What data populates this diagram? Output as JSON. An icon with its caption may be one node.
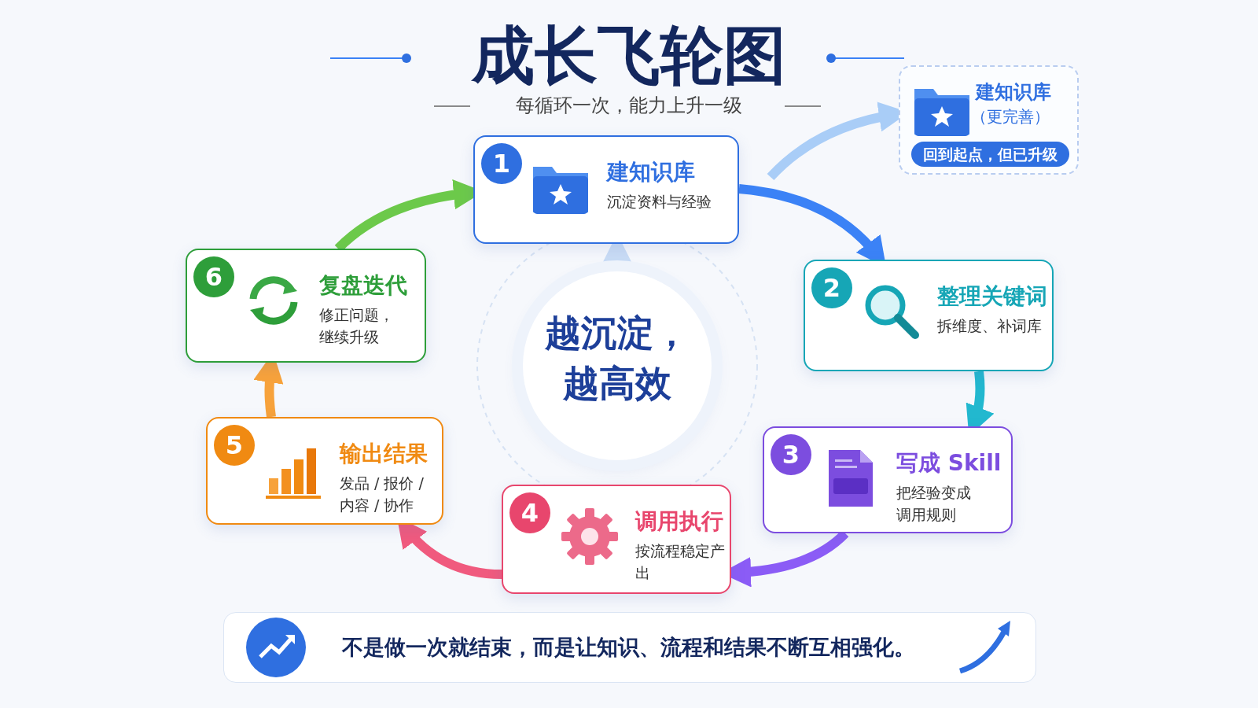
{
  "diagram": {
    "title": "成长飞轮图",
    "nodes": [
      {
        "text": [
          "1",
          "建知识库",
          "沉淀资料与经验"
        ]
      },
      {
        "text": [
          "2",
          "整理关键词",
          "拆维度、补词库"
        ]
      },
      {
        "text": [
          "3",
          "写成 Skill",
          "把经验变成调用规则"
        ]
      },
      {
        "text": [
          "4",
          "调用执行",
          "按流程稳定产出"
        ]
      },
      {
        "text": [
          "5",
          "输出结果",
          "发品 / 报价 / 内容 / 协作"
        ]
      },
      {
        "text": [
          "6",
          "复盘迭代",
          "修正问题，继续升级"
        ]
      },
      {
        "text": [
          "越沉淀，越高效"
        ]
      },
      {
        "text": [
          "建知识库",
          "（更完善）"
        ]
      },
      {
        "text": [
          "回到起点，但已升级"
        ],
        "in": 7
      },
      {
        "text": [
          "不是做一次就结束，而是让知识、流程和结果不断互相强化。"
        ]
      }
    ],
    "edges": [
      {
        "from": 0,
        "to": 1,
        "arrow": "to",
        "color": "#3b82f6"
      },
      {
        "from": 1,
        "to": 2,
        "arrow": "to",
        "color": "#22b8cf"
      },
      {
        "from": 2,
        "to": 3,
        "arrow": "to",
        "color": "#8b5cf6"
      },
      {
        "from": 3,
        "to": 4,
        "arrow": "to",
        "color": "#f05a7e"
      },
      {
        "from": 4,
        "to": 5,
        "arrow": "to",
        "color": "#f7a23b"
      },
      {
        "from": 5,
        "to": 0,
        "arrow": "to",
        "color": "#6cc94a"
      },
      {
        "from": 0,
        "to": 7,
        "arrow": "to",
        "color": "#a9cdf7"
      },
      {
        "from": 6,
        "to": 0,
        "arrow": "to",
        "color": "#c9dcf5"
      }
    ],
    "labels": [
      "每循环一次，能力上升一级"
    ]
  }
}
